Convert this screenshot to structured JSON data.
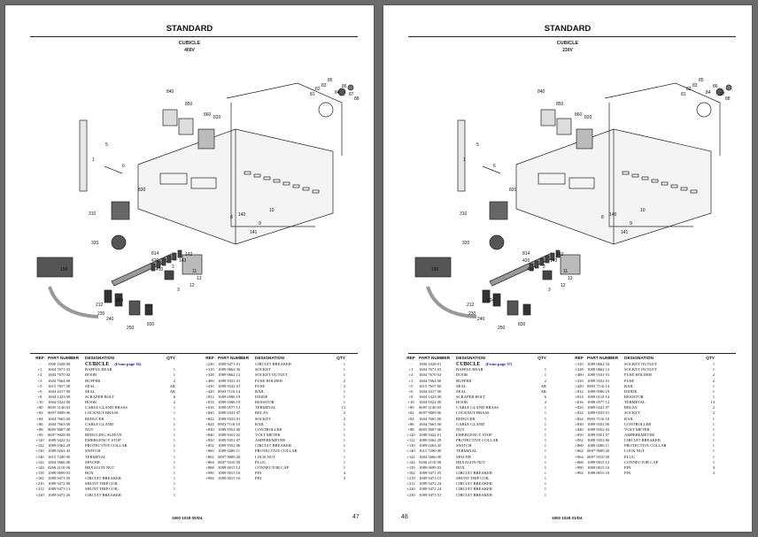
{
  "pages": [
    {
      "title": "STANDARD",
      "subtitle": "CUBICLE",
      "voltage": "400V",
      "headers": {
        "ref": "REF",
        "part_number": "PART NUMBER",
        "designation": "DESIGNATION",
        "qty": "QTY"
      },
      "callouts": [
        "840",
        "850",
        "860",
        "81",
        "82",
        "83",
        "85",
        "84",
        "86",
        "87",
        "88",
        "5",
        "6",
        "1",
        "820",
        "310",
        "320",
        "140",
        "141",
        "142",
        "143",
        "410",
        "420",
        "150",
        "230",
        "240",
        "250",
        "212",
        "814",
        "824",
        "830",
        "820",
        "8",
        "9",
        "10",
        "2",
        "3",
        "11",
        "12",
        "13"
      ],
      "left_rows": [
        {
          "ref": "-",
          "pn": "1900 1028 00",
          "des": "CUBICLE",
          "qty": "",
          "note": "(From page 36)"
        },
        {
          "ref": "+1",
          "pn": "1604 7671 03",
          "des": "BAFFLE REAR",
          "qty": "1"
        },
        {
          "ref": "+2",
          "pn": "1604 7670 02",
          "des": "DOOR",
          "qty": "1"
        },
        {
          "ref": "+3",
          "pn": "1604 7664 00",
          "des": "BUFFER",
          "qty": "2"
        },
        {
          "ref": "+5",
          "pn": "1615 7657 00",
          "des": "SEAL",
          "qty": "AR"
        },
        {
          "ref": "+6",
          "pn": "1604 4317 00",
          "des": "SEAL",
          "qty": "AR"
        },
        {
          "ref": "+8",
          "pn": "1604 1423 00",
          "des": "SCRAPER BOLT",
          "qty": "6"
        },
        {
          "ref": "+10",
          "pn": "1604 9322 00",
          "des": "HOOK",
          "qty": "2"
        },
        {
          "ref": "+80",
          "pn": "0695 5140 63",
          "des": "CABLE GLAND BRASS",
          "qty": "1"
        },
        {
          "ref": "+82",
          "pn": "0697 9009 06",
          "des": "LOCKNUT BRASS",
          "qty": "1"
        },
        {
          "ref": "+84",
          "pn": "1604 7665 00",
          "des": "REDUCER",
          "qty": "1"
        },
        {
          "ref": "+86",
          "pn": "1604 7663 00",
          "des": "CABLE GLAND",
          "qty": "1"
        },
        {
          "ref": "+88",
          "pn": "0695 9007 00",
          "des": "NUT",
          "qty": "1"
        },
        {
          "ref": "+90",
          "pn": "0697 9028 00",
          "des": "REDUCING SLEEVE",
          "qty": "1"
        },
        {
          "ref": "+120",
          "pn": "1089 9422 01",
          "des": "EMERGENCY STOP",
          "qty": "1"
        },
        {
          "ref": "+122",
          "pn": "1089 0362 29",
          "des": "PROTECTIVE COLLAR",
          "qty": "1"
        },
        {
          "ref": "+130",
          "pn": "1089 0263 45",
          "des": "SWITCH",
          "qty": "1"
        },
        {
          "ref": "+140",
          "pn": "1615 7200 00",
          "des": "TERMINAL",
          "qty": "1"
        },
        {
          "ref": "+142",
          "pn": "1604 5666 00",
          "des": "SPACER",
          "qty": "1"
        },
        {
          "ref": "+144",
          "pn": "0266 2110 00",
          "des": "HEXAGON NUT",
          "qty": "1"
        },
        {
          "ref": "+150",
          "pn": "1089 0699 03",
          "des": "BOX",
          "qty": "1"
        },
        {
          "ref": "+182",
          "pn": "1089 9471 05",
          "des": "CIRCUIT BREAKER",
          "qty": "1"
        },
        {
          "ref": "+210",
          "pn": "1089 9472 09",
          "des": "SHUNT TRIP COIL",
          "qty": "1"
        },
        {
          "ref": "+212",
          "pn": "1089 9473 13",
          "des": "SHUNT TRIP COIL",
          "qty": "1"
        },
        {
          "ref": "+220",
          "pn": "1089 9472 26",
          "des": "CIRCUIT BREAKER",
          "qty": "1"
        }
      ],
      "right_rows": [
        {
          "ref": "+230",
          "pn": "1089 9471 01",
          "des": "CIRCUIT BREAKER",
          "qty": "1"
        },
        {
          "ref": "+310",
          "pn": "1089 0662 36",
          "des": "SOCKET",
          "qty": "1"
        },
        {
          "ref": "+328",
          "pn": "1089 0662 12",
          "des": "SOCKET OUTLET",
          "qty": "1"
        },
        {
          "ref": "+400",
          "pn": "1089 9331 01",
          "des": "FUSE HOLDER",
          "qty": "2"
        },
        {
          "ref": "+410",
          "pn": "1089 9332 01",
          "des": "FUSE",
          "qty": "2"
        },
        {
          "ref": "+420",
          "pn": "0903 7116 14",
          "des": "RAIL",
          "qty": "1"
        },
        {
          "ref": "+812",
          "pn": "1089 0586 19",
          "des": "DIODE",
          "qty": "1"
        },
        {
          "ref": "+814",
          "pn": "1089 0586 19",
          "des": "RESISTOR",
          "qty": "1"
        },
        {
          "ref": "+816",
          "pn": "1089 0577 12",
          "des": "TERMINAL",
          "qty": "13"
        },
        {
          "ref": "+820",
          "pn": "1089 0341 07",
          "des": "RELAY",
          "qty": "2"
        },
        {
          "ref": "+822",
          "pn": "1089 0335 01",
          "des": "SOCKET",
          "qty": "2"
        },
        {
          "ref": "+824",
          "pn": "0903 7116 10",
          "des": "RAIL",
          "qty": "1"
        },
        {
          "ref": "+830",
          "pn": "1089 9352 00",
          "des": "CONTROLLER",
          "qty": "1"
        },
        {
          "ref": "+840",
          "pn": "1089 9352 02",
          "des": "VOLT METER",
          "qty": "1"
        },
        {
          "ref": "+850",
          "pn": "1089 9351 07",
          "des": "AMPEREMETER",
          "qty": "1"
        },
        {
          "ref": "+852",
          "pn": "1089 9352 06",
          "des": "CIRCUIT BREAKER",
          "qty": "1"
        },
        {
          "ref": "+860",
          "pn": "1089 0206 11",
          "des": "PROTECTIVE COLLAR",
          "qty": "1"
        },
        {
          "ref": "+862",
          "pn": "0697 9009 20",
          "des": "LOCK NUT",
          "qty": "1"
        },
        {
          "ref": "+864",
          "pn": "0697 9310 50",
          "des": "PLUG",
          "qty": "1"
        },
        {
          "ref": "+868",
          "pn": "1089 0015 12",
          "des": "CONNECTOR CAP",
          "qty": "1"
        },
        {
          "ref": "+990",
          "pn": "1089 0015 16",
          "des": "PIN",
          "qty": "4"
        },
        {
          "ref": "+994",
          "pn": "1089 0015 16",
          "des": "PIN",
          "qty": "3"
        }
      ],
      "footer": "1900 1028 00/D4",
      "page_number": "47"
    },
    {
      "title": "STANDARD",
      "subtitle": "CUBICLE",
      "voltage": "230V",
      "headers": {
        "ref": "REF",
        "part_number": "PART NUMBER",
        "designation": "DESIGNATION",
        "qty": "QTY"
      },
      "callouts": [
        "840",
        "850",
        "860",
        "81",
        "82",
        "83",
        "85",
        "84",
        "86",
        "87",
        "88",
        "5",
        "6",
        "1",
        "820",
        "310",
        "320",
        "140",
        "141",
        "142",
        "143",
        "410",
        "420",
        "150",
        "230",
        "240",
        "250",
        "212",
        "814",
        "824",
        "830",
        "820",
        "8",
        "9",
        "10",
        "2",
        "3",
        "11",
        "12",
        "13"
      ],
      "left_rows": [
        {
          "ref": "-",
          "pn": "1900 1028 01",
          "des": "CUBICLE",
          "qty": "",
          "note": "(From page 37)"
        },
        {
          "ref": "+1",
          "pn": "1604 7671 03",
          "des": "BAFFLE REAR",
          "qty": "1"
        },
        {
          "ref": "+2",
          "pn": "1604 7670 02",
          "des": "DOOR",
          "qty": "1"
        },
        {
          "ref": "+3",
          "pn": "1604 7664 00",
          "des": "BUFFER",
          "qty": "2"
        },
        {
          "ref": "+5",
          "pn": "1615 7657 00",
          "des": "SEAL",
          "qty": "AR"
        },
        {
          "ref": "+6",
          "pn": "1604 4317 00",
          "des": "SEAL",
          "qty": "AR"
        },
        {
          "ref": "+8",
          "pn": "1604 1423 00",
          "des": "SCRAPER BOLT",
          "qty": "6"
        },
        {
          "ref": "+10",
          "pn": "1604 9322 00",
          "des": "HOOK",
          "qty": "2"
        },
        {
          "ref": "+80",
          "pn": "0695 5140 63",
          "des": "CABLE GLAND BRASS",
          "qty": "1"
        },
        {
          "ref": "+82",
          "pn": "0697 9009 06",
          "des": "LOCKNUT BRASS",
          "qty": "1"
        },
        {
          "ref": "+84",
          "pn": "1604 7665 00",
          "des": "REDUCER",
          "qty": "1"
        },
        {
          "ref": "+86",
          "pn": "1604 7663 00",
          "des": "CABLE GLAND",
          "qty": "1"
        },
        {
          "ref": "+88",
          "pn": "0695 9007 00",
          "des": "NUT",
          "qty": "1"
        },
        {
          "ref": "+120",
          "pn": "1089 9422 01",
          "des": "EMERGENCY STOP",
          "qty": "1"
        },
        {
          "ref": "+122",
          "pn": "1089 0362 29",
          "des": "PROTECTIVE COLLAR",
          "qty": "1"
        },
        {
          "ref": "+130",
          "pn": "1089 0263 45",
          "des": "SWITCH",
          "qty": "1"
        },
        {
          "ref": "+140",
          "pn": "1615 7200 00",
          "des": "TERMINAL",
          "qty": "1"
        },
        {
          "ref": "+142",
          "pn": "1604 5666 00",
          "des": "SPACER",
          "qty": "1"
        },
        {
          "ref": "+144",
          "pn": "0266 2110 00",
          "des": "HEXAGON NUT",
          "qty": "1"
        },
        {
          "ref": "+150",
          "pn": "1089 0699 03",
          "des": "BOX",
          "qty": "1"
        },
        {
          "ref": "+182",
          "pn": "1089 9471 05",
          "des": "CIRCUIT BREAKER",
          "qty": "1"
        },
        {
          "ref": "+210",
          "pn": "1089 9473 13",
          "des": "SHUNT TRIP COIL",
          "qty": "1"
        },
        {
          "ref": "+212",
          "pn": "1089 9472 24",
          "des": "CIRCUIT BREAKER",
          "qty": "1"
        },
        {
          "ref": "+220",
          "pn": "1089 9472 24",
          "des": "CIRCUIT BREAKER",
          "qty": "1"
        },
        {
          "ref": "+230",
          "pn": "1089 9471 01",
          "des": "CIRCUIT BREAKER",
          "qty": "1"
        }
      ],
      "right_rows": [
        {
          "ref": "+310",
          "pn": "1089 0662 34",
          "des": "SOCKET OUTLET",
          "qty": "1"
        },
        {
          "ref": "+328",
          "pn": "1089 0662 12",
          "des": "SOCKET OUTLET",
          "qty": "1"
        },
        {
          "ref": "+400",
          "pn": "1089 9331 01",
          "des": "FUSE HOLDER",
          "qty": "2"
        },
        {
          "ref": "+410",
          "pn": "1089 9332 01",
          "des": "FUSE",
          "qty": "2"
        },
        {
          "ref": "+420",
          "pn": "0903 7116 14",
          "des": "RAIL",
          "qty": "1"
        },
        {
          "ref": "+812",
          "pn": "1089 0586 19",
          "des": "DIODE",
          "qty": "1"
        },
        {
          "ref": "+814",
          "pn": "1089 6110 14",
          "des": "RESISTOR",
          "qty": "1"
        },
        {
          "ref": "+816",
          "pn": "1089 0577 12",
          "des": "TERMINAL",
          "qty": "13"
        },
        {
          "ref": "+820",
          "pn": "1089 0341 07",
          "des": "RELAY",
          "qty": "2"
        },
        {
          "ref": "+822",
          "pn": "1089 0335 01",
          "des": "SOCKET",
          "qty": "2"
        },
        {
          "ref": "+824",
          "pn": "0903 7116 10",
          "des": "RAIL",
          "qty": "1"
        },
        {
          "ref": "+830",
          "pn": "1089 9352 00",
          "des": "CONTROLLER",
          "qty": "1"
        },
        {
          "ref": "+840",
          "pn": "1089 9352 02",
          "des": "VOLT METER",
          "qty": "1"
        },
        {
          "ref": "+850",
          "pn": "1089 9351 07",
          "des": "AMPEREMETER",
          "qty": "1"
        },
        {
          "ref": "+852",
          "pn": "1089 9352 06",
          "des": "CIRCUIT BREAKER",
          "qty": "1"
        },
        {
          "ref": "+860",
          "pn": "1089 0206 11",
          "des": "PROTECTIVE COLLAR",
          "qty": "1"
        },
        {
          "ref": "+862",
          "pn": "0697 9009 20",
          "des": "LOCK NUT",
          "qty": "1"
        },
        {
          "ref": "+864",
          "pn": "0697 9310 50",
          "des": "PLUG",
          "qty": "1"
        },
        {
          "ref": "+868",
          "pn": "1089 0015 12",
          "des": "CONNECTOR CAP",
          "qty": "1"
        },
        {
          "ref": "+990",
          "pn": "1089 0015 16",
          "des": "PIN",
          "qty": "4"
        },
        {
          "ref": "+994",
          "pn": "1089 0015 16",
          "des": "PIN",
          "qty": "3"
        }
      ],
      "footer": "1900 1028 01/D4",
      "page_number": "48"
    }
  ]
}
